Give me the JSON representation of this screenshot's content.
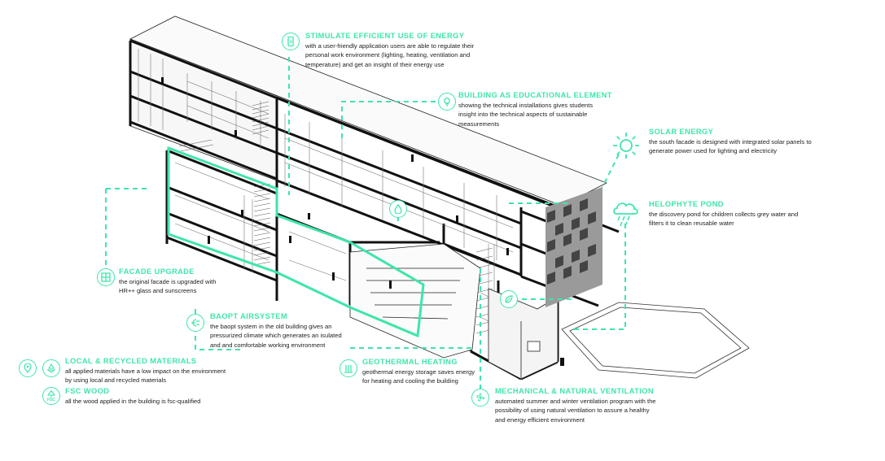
{
  "callouts": {
    "energy": {
      "title": "STIMULATE EFFICIENT USE OF ENERGY",
      "body": "with a user-friendly application users are able to regulate their personal work environment (lighting, heating, ventilation and temperature) and get an insight of their energy use"
    },
    "education": {
      "title": "BUILDING AS EDUCATIONAL ELEMENT",
      "body": "showing the technical installations gives students insight into the technical aspects of sustainable measurements"
    },
    "solar": {
      "title": "SOLAR ENERGY",
      "body": "the south facade is designed with integrated solar panels to generate power used for lighting and electricity"
    },
    "helophyte": {
      "title": "HELOPHYTE POND",
      "body": "the discovery pond for children collects grey water and filters it to clean reusable water"
    },
    "facade": {
      "title": "FACADE UPGRADE",
      "body": "the original facade is upgraded with HR++ glass and sunscreens"
    },
    "baopt": {
      "title": "BAOPT AIRSYSTEM",
      "body": "the baopt system in the old building gives an pressurized climate which generates an isulated and and comfortable working environment"
    },
    "materials": {
      "title": "LOCAL & RECYCLED MATERIALS",
      "body": "all applied materials have a low impact on the environment by using local and recycled materials"
    },
    "fsc": {
      "title": "FSC WOOD",
      "body": "all the wood applied in the building is fsc-qualified",
      "icon_label": "FSC"
    },
    "geothermal": {
      "title": "GEOTHERMAL HEATING",
      "body": "geothermal energy storage saves energy for heating and cooling the building"
    },
    "ventilation": {
      "title": "MECHANICAL & NATURAL VENTILATION",
      "body": "automated summer and winter ventilation program with the possibility of using natural ventilation to assure a healthy and energy efficient environment"
    }
  },
  "icons": {
    "energy": "smartphone-icon",
    "education": "lightbulb-icon",
    "solar": "sun-icon",
    "helophyte": "rain-cloud-icon",
    "facade": "window-grid-icon",
    "baopt": "air-plug-icon",
    "location": "location-pin-icon",
    "recycle": "recycle-icon",
    "fsc": "fsc-tree-icon",
    "geothermal": "heat-bars-icon",
    "ventilation": "fan-icon",
    "water": "water-drop-icon",
    "pond": "leaf-pond-icon"
  },
  "colors": {
    "accent": "#3ee6a8",
    "line": "#222222",
    "text": "#222222"
  }
}
